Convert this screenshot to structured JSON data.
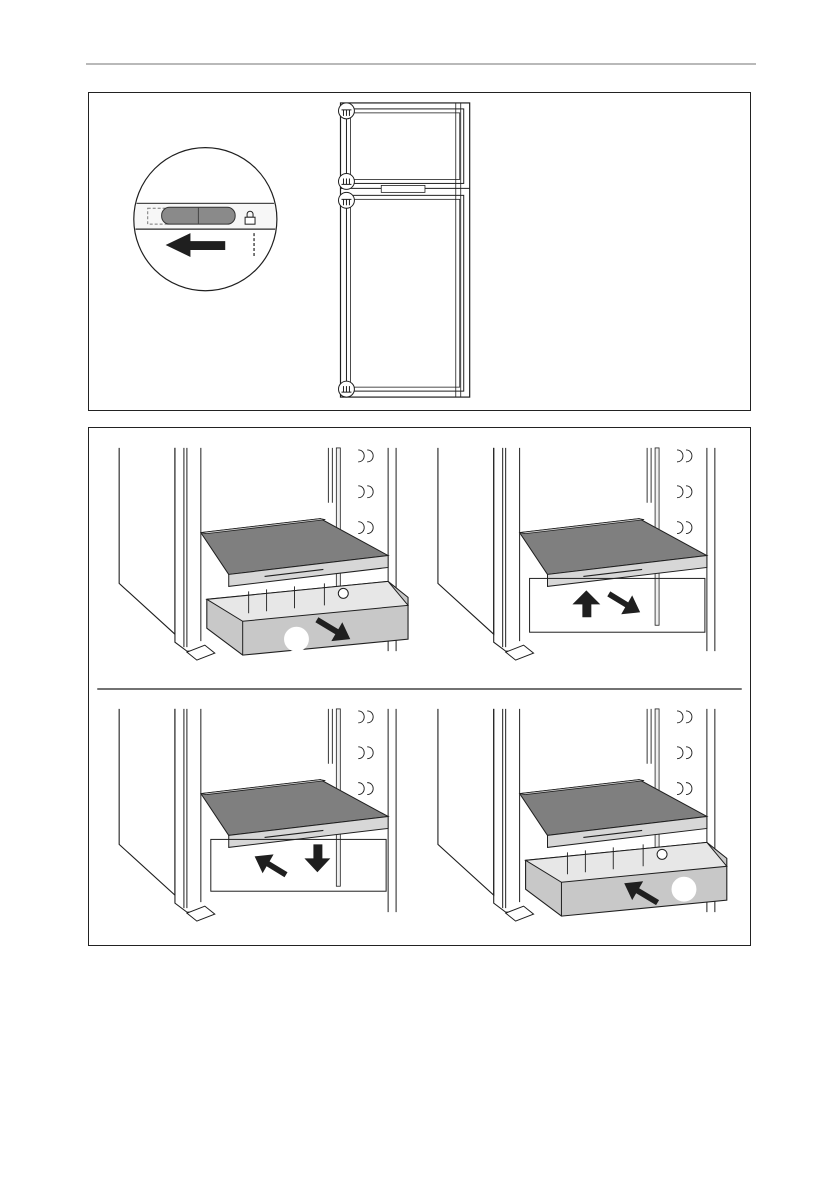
{
  "page": {
    "header_rule": "separator",
    "top_figure": "door-lock-and-hinge-overview",
    "bottom_figure": "shelf-and-drawer-removal-steps"
  },
  "colors": {
    "line": "#1f1f1f",
    "shelf_fill": "#7f7f7f",
    "shelf_front": "#d7d7d7",
    "drawer_fill": "#c8c8c8",
    "frame_light": "#efefef",
    "header_rule": "#b9b9b9"
  },
  "icons": {
    "lock": "lock-icon",
    "arrow_left": "arrow-left-icon",
    "arrow_up": "arrow-up-icon",
    "arrow_down": "arrow-down-icon",
    "arrow_diagonal": "arrow-diagonal-icon",
    "hinge": "hinge-icon"
  }
}
